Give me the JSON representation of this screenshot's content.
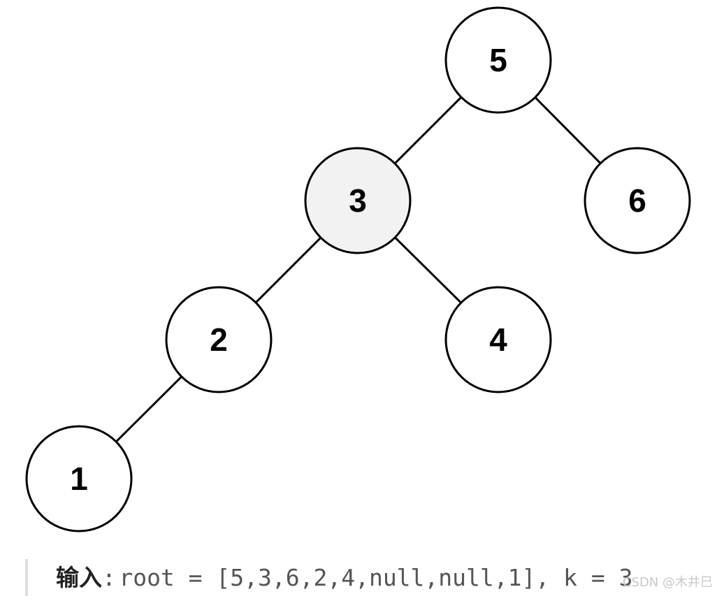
{
  "tree": {
    "nodes": [
      {
        "id": "5",
        "label": "5",
        "highlighted": false
      },
      {
        "id": "3",
        "label": "3",
        "highlighted": true
      },
      {
        "id": "6",
        "label": "6",
        "highlighted": false
      },
      {
        "id": "2",
        "label": "2",
        "highlighted": false
      },
      {
        "id": "4",
        "label": "4",
        "highlighted": false
      },
      {
        "id": "1",
        "label": "1",
        "highlighted": false
      }
    ],
    "edges": [
      {
        "from": "5",
        "to": "3"
      },
      {
        "from": "5",
        "to": "6"
      },
      {
        "from": "3",
        "to": "2"
      },
      {
        "from": "3",
        "to": "4"
      },
      {
        "from": "2",
        "to": "1"
      }
    ],
    "colors": {
      "node_fill": "#ffffff",
      "highlight_fill": "#f2f2f2",
      "stroke": "#000000",
      "label": "#000000"
    }
  },
  "example": {
    "label": "输入",
    "separator": ":",
    "code": "root = [5,3,6,2,4,null,null,1], k = 3"
  },
  "watermark": "CSDN @木井巳"
}
